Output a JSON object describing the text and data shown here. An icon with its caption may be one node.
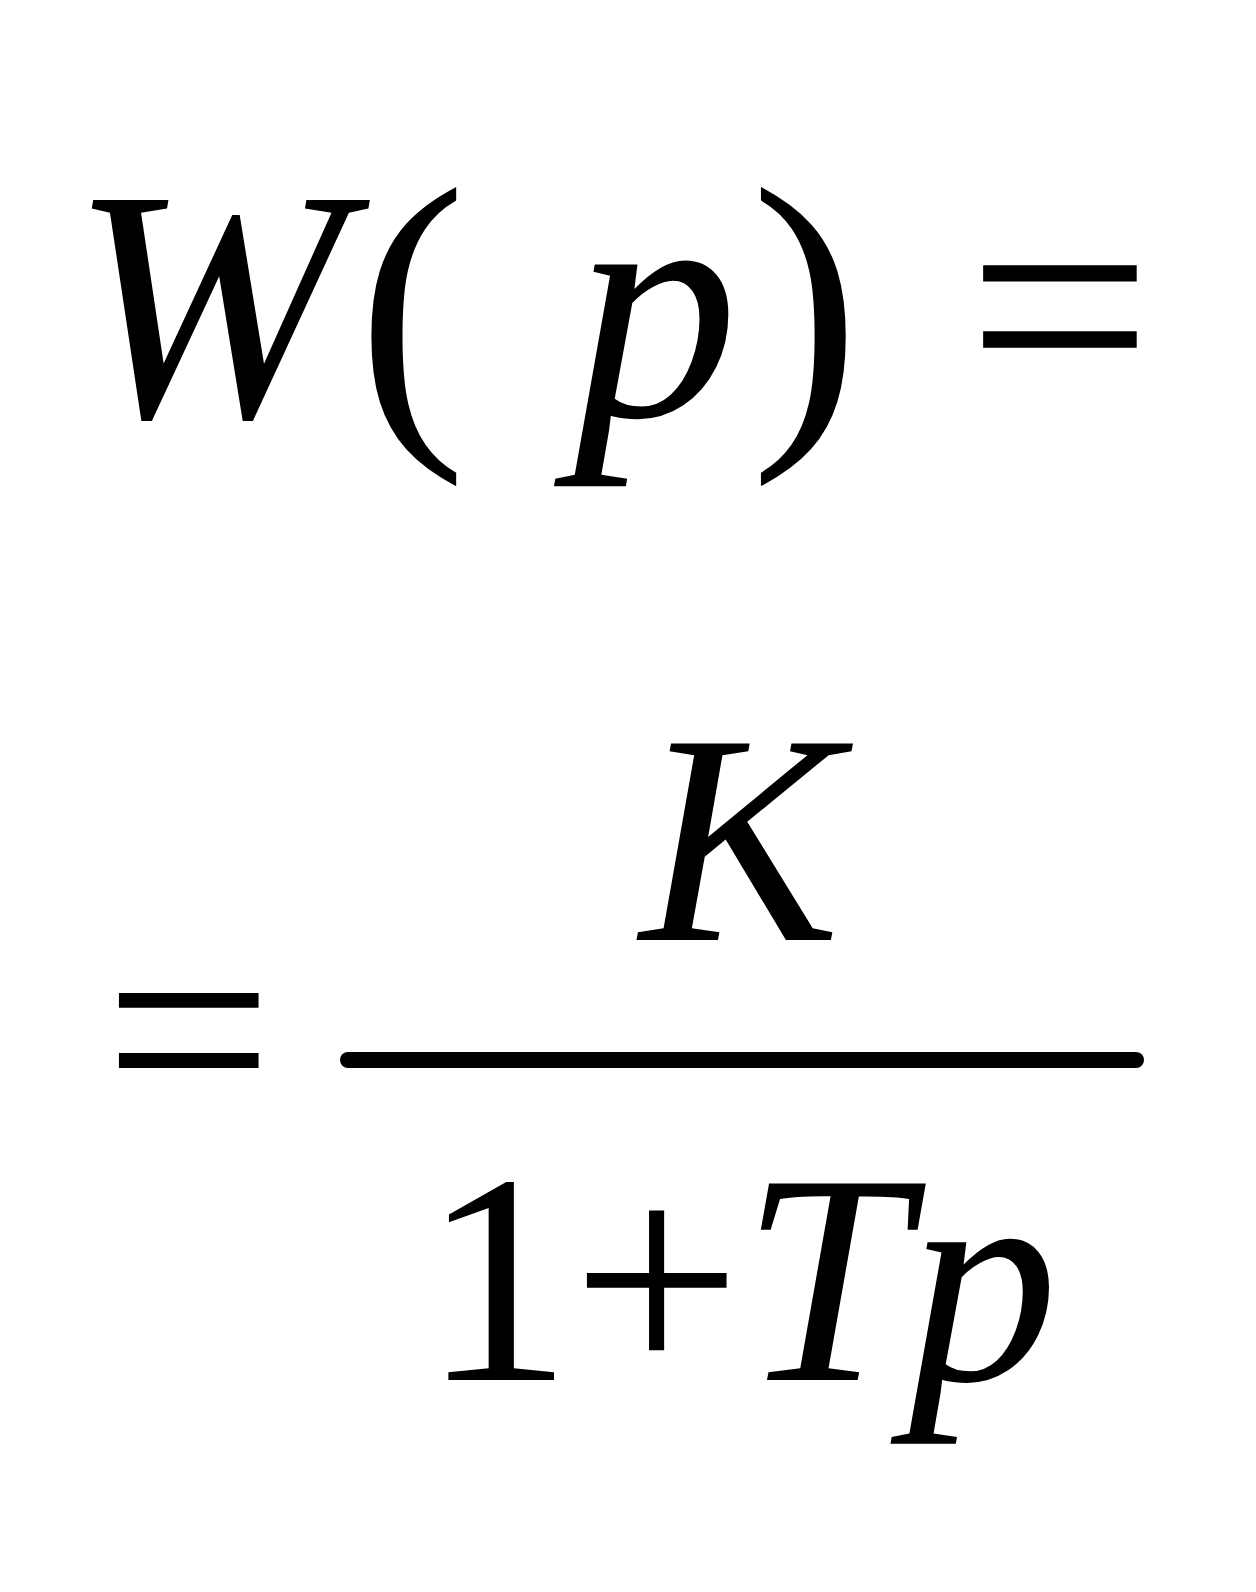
{
  "diagram": {
    "labels": [
      "*W*( *p*) =",
      "=",
      "*K*",
      "1+*Tp*"
    ]
  }
}
